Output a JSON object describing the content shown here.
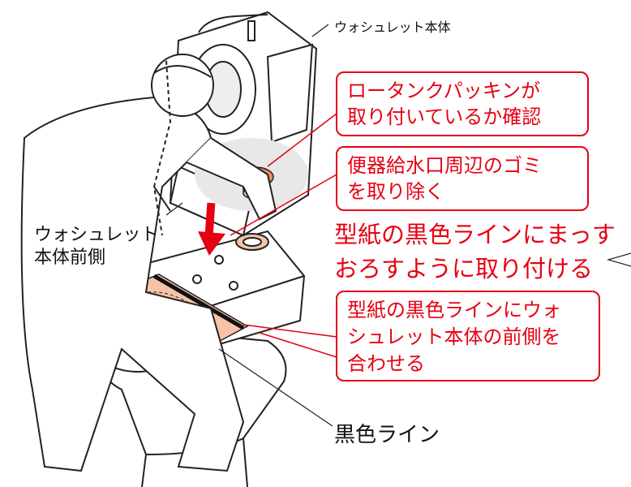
{
  "labels": {
    "washlet_body": "ウォシュレット本体",
    "washlet_front": [
      "ウォシュレット",
      "本体前側"
    ],
    "black_line": "黒色ライン"
  },
  "callouts": {
    "packing": [
      "ロータンクパッキンが",
      "取り付いているか確認"
    ],
    "debris": [
      "便器給水口周辺のゴミ",
      "を取り除く"
    ],
    "align": [
      "型紙の黒色ラインにウォ",
      "シュレット本体の前側を",
      "合わせる"
    ]
  },
  "instruction": [
    "型紙の黒色ラインにまっす",
    "おろすように取り付ける"
  ],
  "colors": {
    "accent": "#e60012",
    "template": "#f6c3a8",
    "packing": "#f08a5d"
  }
}
